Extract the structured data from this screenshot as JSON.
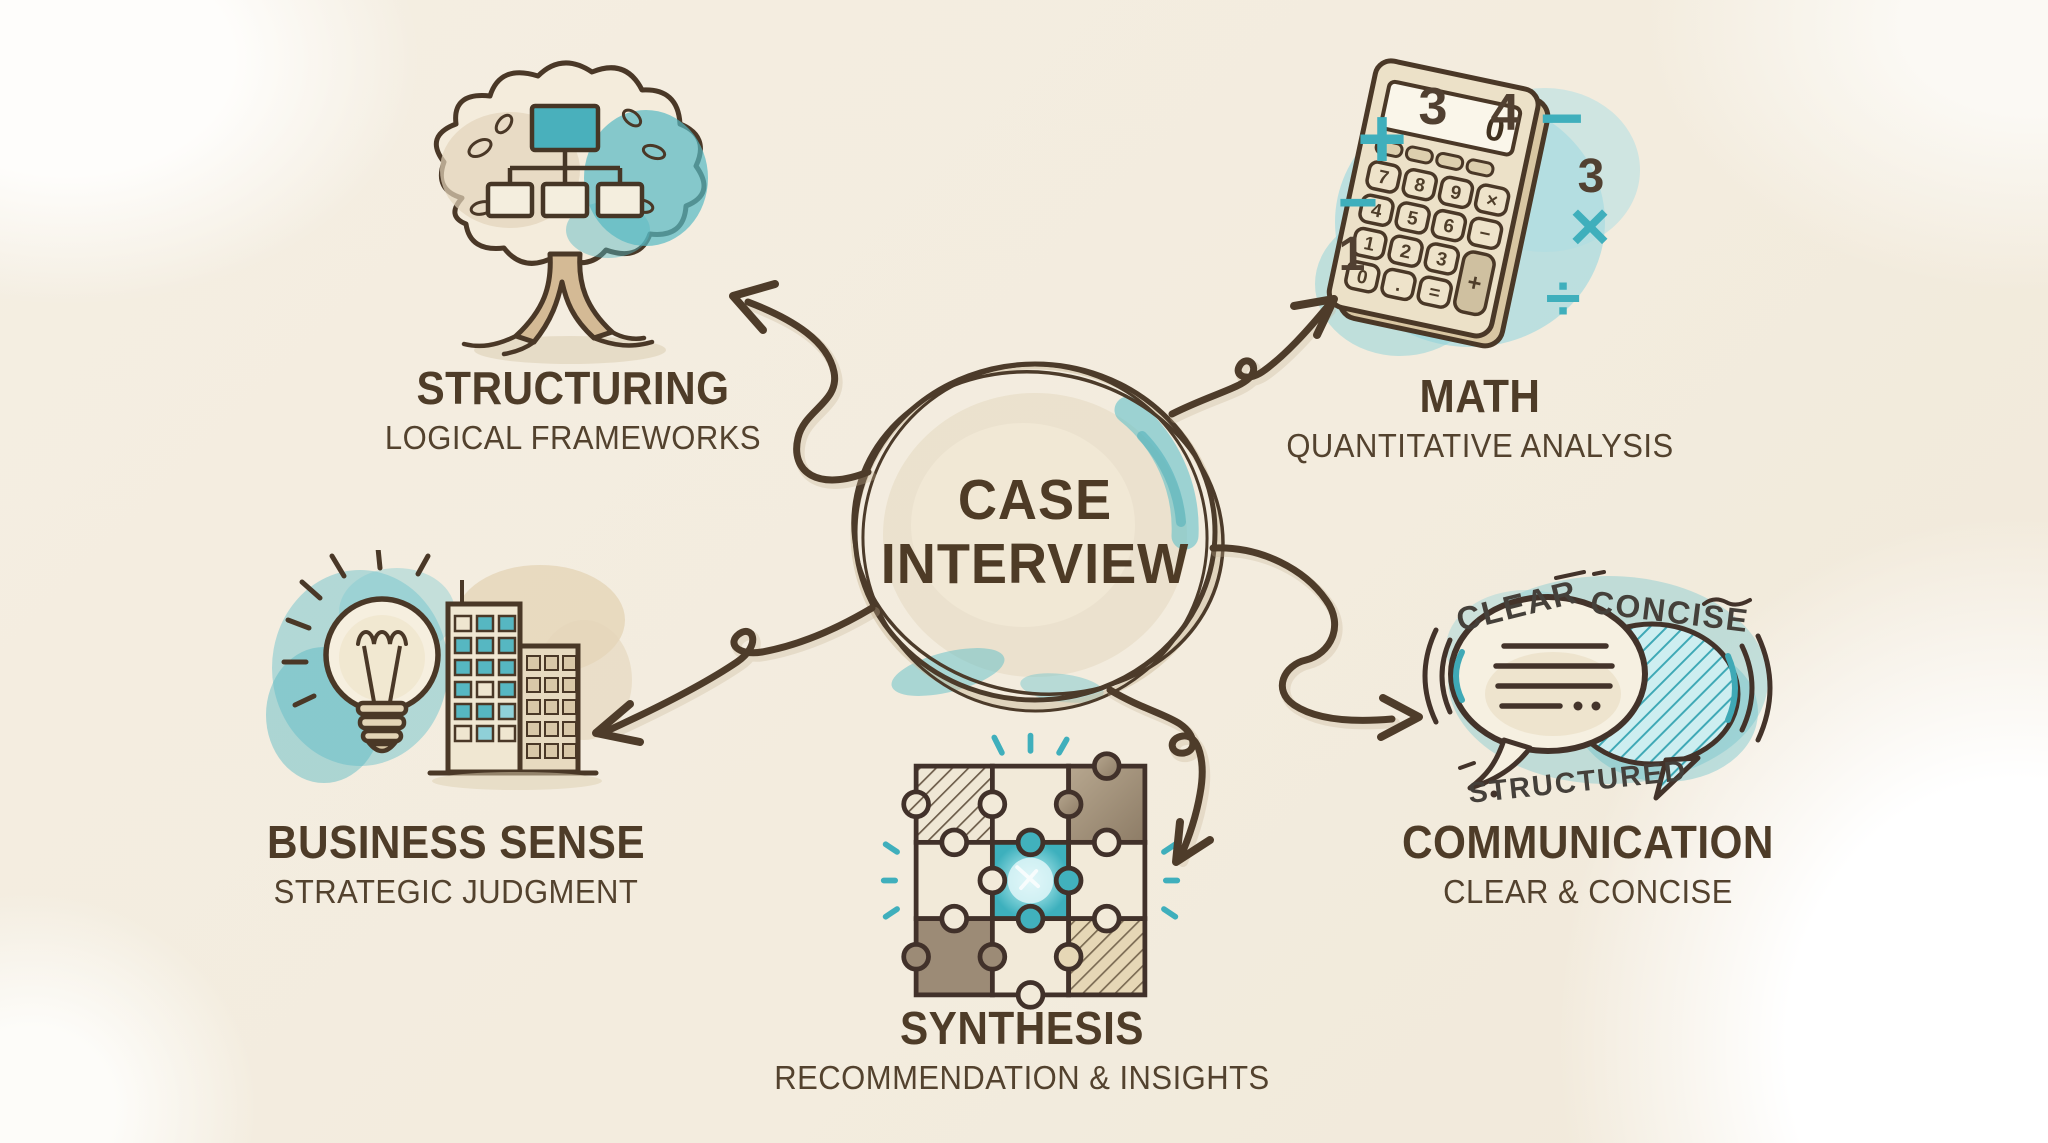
{
  "title": "Case interview skills mind map",
  "colors": {
    "background_cream": "#f3ecde",
    "ink_brown": "#4a3827",
    "text_brown": "#4e3c28",
    "accent_teal": "#42afbb",
    "wash_teal": "#7cc8d0",
    "wash_beige": "#e3d4b8",
    "taupe": "#9c8b76"
  },
  "center": {
    "line1": "CASE",
    "line2": "INTERVIEW",
    "icon": "sketch-circle"
  },
  "nodes": {
    "structuring": {
      "title": "STRUCTURING",
      "subtitle": "LOGICAL FRAMEWORKS",
      "icon": "tree-org-chart-icon"
    },
    "math": {
      "title": "MATH",
      "subtitle": "QUANTITATIVE ANALYSIS",
      "icon": "calculator-icon",
      "calculator": {
        "display": "0",
        "keys": [
          "7",
          "8",
          "9",
          "×",
          "4",
          "5",
          "6",
          "−",
          "1",
          "2",
          "3",
          "0",
          ".",
          "=",
          "+"
        ]
      },
      "symbols": {
        "plus": "+",
        "three_top": "3",
        "four": "4",
        "minus_top": "−",
        "three_right": "3",
        "times": "×",
        "divide": "÷",
        "minus_left": "−",
        "one": "1"
      }
    },
    "business": {
      "title": "BUSINESS SENSE",
      "subtitle": "STRATEGIC JUDGMENT",
      "icon": "lightbulb-buildings-icon"
    },
    "synthesis": {
      "title": "SYNTHESIS",
      "subtitle": "RECOMMENDATION & INSIGHTS",
      "icon": "puzzle-icon"
    },
    "communication": {
      "title": "COMMUNICATION",
      "subtitle": "CLEAR & CONCISE",
      "icon": "speech-bubbles-icon",
      "annotations": {
        "clear": "CLEAR",
        "concise": "CONCISE",
        "structured": "STRUCTURED"
      }
    }
  }
}
